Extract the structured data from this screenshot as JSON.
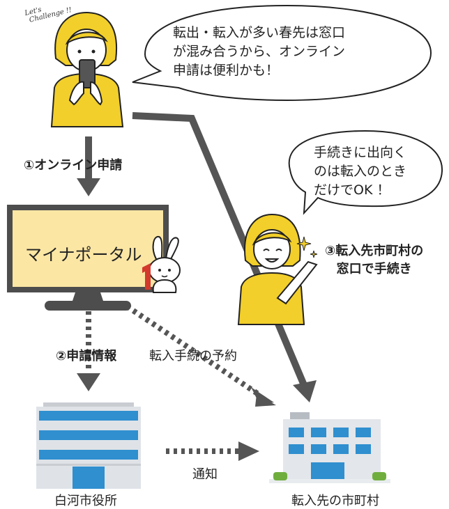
{
  "tagline": {
    "line1": "Let's",
    "line2": "Challenge !!"
  },
  "bubble_top": {
    "line1": "転出・転入が多い春先は窓口",
    "line2": "が混み合うから、オンライン",
    "line3": "申請は便利かも！"
  },
  "bubble_right": {
    "line1": "手続きに出向く",
    "line2": "のは転入のとき",
    "line3": "だけでOK ！"
  },
  "step1": "①オンライン申請",
  "portal": "マイナポータル",
  "step2": "②申請情報",
  "reservation": "転入手続の予約",
  "step3": {
    "line1": "③転入先市町村の",
    "line2": "窓口で手続き"
  },
  "notify": "通知",
  "office_left": "白河市役所",
  "office_right": "転入先の市町村",
  "colors": {
    "accent_yellow": "#f2cf2a",
    "screen_fill": "#fbe6a4",
    "monitor_frame": "#4d4d4d",
    "arrow": "#555555",
    "building_blue": "#2f8fcf"
  }
}
